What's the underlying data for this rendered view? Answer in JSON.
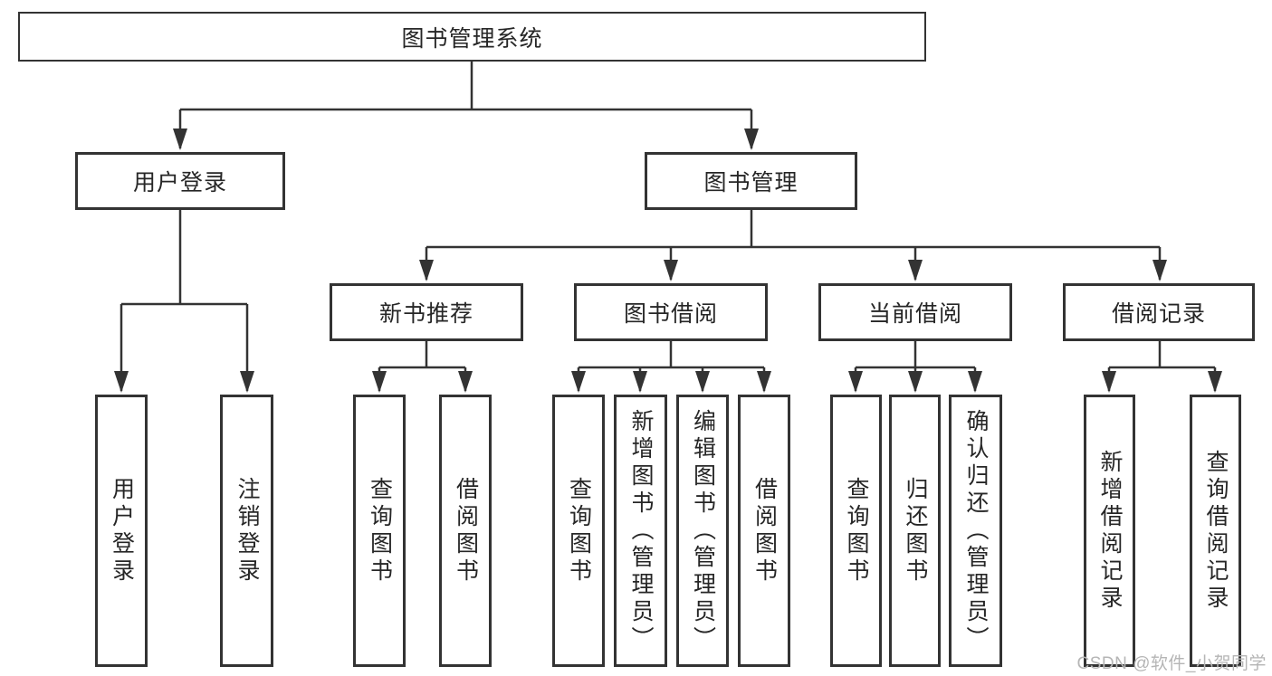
{
  "diagram": {
    "watermark": "CSDN @软件_小贺同学",
    "colors": {
      "line": "#333333",
      "text": "#262626",
      "watermark": "#b5b5b5"
    },
    "tree": {
      "root": "图书管理系统",
      "branches": [
        {
          "label": "用户登录",
          "leaves": [
            "用户登录",
            "注销登录"
          ]
        },
        {
          "label": "图书管理",
          "groups": [
            {
              "label": "新书推荐",
              "leaves": [
                "查询图书",
                "借阅图书"
              ]
            },
            {
              "label": "图书借阅",
              "leaves": [
                "查询图书",
                "新增图书（管理员）",
                "编辑图书（管理员）",
                "借阅图书"
              ]
            },
            {
              "label": "当前借阅",
              "leaves": [
                "查询图书",
                "归还图书",
                "确认归还（管理员）"
              ]
            },
            {
              "label": "借阅记录",
              "leaves": [
                "新增借阅记录",
                "查询借阅记录"
              ]
            }
          ]
        }
      ]
    }
  }
}
